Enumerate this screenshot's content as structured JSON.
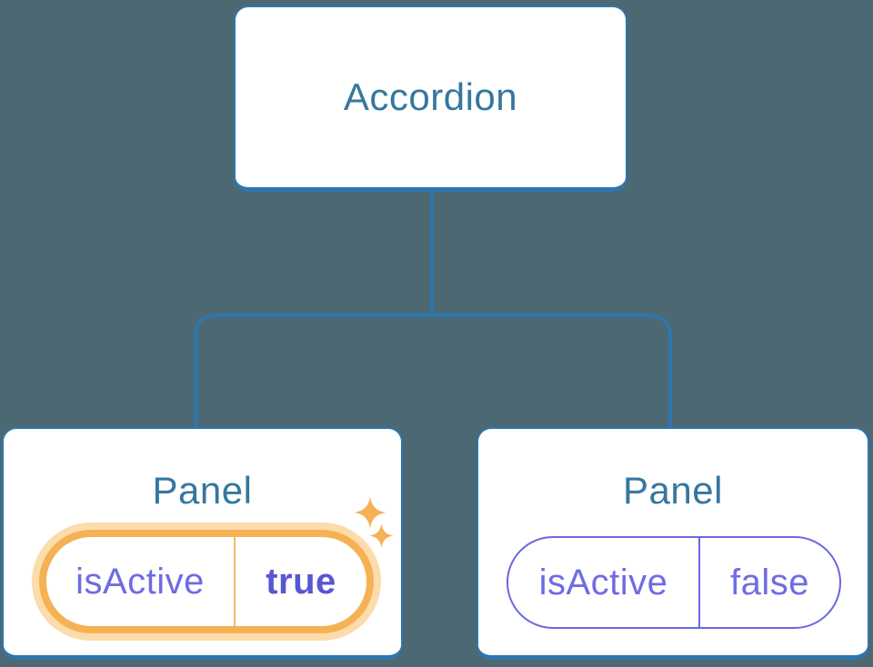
{
  "diagram": {
    "root": {
      "label": "Accordion"
    },
    "panels": [
      {
        "title": "Panel",
        "state_name": "isActive",
        "state_value": "true",
        "active": true
      },
      {
        "title": "Panel",
        "state_name": "isActive",
        "state_value": "false",
        "active": false
      }
    ]
  },
  "colors": {
    "background": "#4c6873",
    "node_fill": "#ffffff",
    "node_border": "#2e76ad",
    "node_text": "#35779f",
    "connector": "#2e76ad",
    "state_text": "#6e6ce2",
    "state_value_active_text": "#5856d2",
    "inactive_pill_border": "#6a68de",
    "active_pill_ring": "#f6b155",
    "active_pill_glow": "#fbdcaa",
    "active_pill_divider": "#f4bd68",
    "sparkle": "#f6b155"
  }
}
